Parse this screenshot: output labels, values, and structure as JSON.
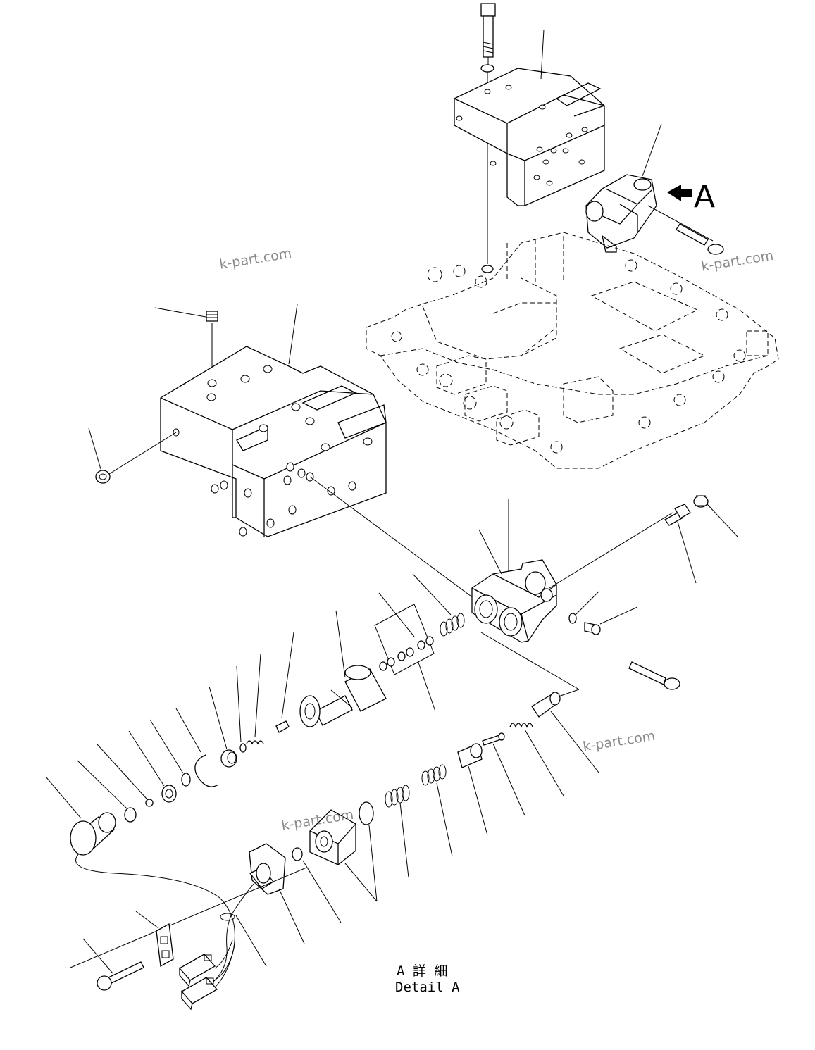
{
  "detail_marker": "A",
  "detail_caption": {
    "japanese": "A 詳 細",
    "english": "Detail A"
  },
  "watermarks": [
    "k-part.com",
    "k-part.com",
    "k-part.com",
    "k-part.com"
  ]
}
